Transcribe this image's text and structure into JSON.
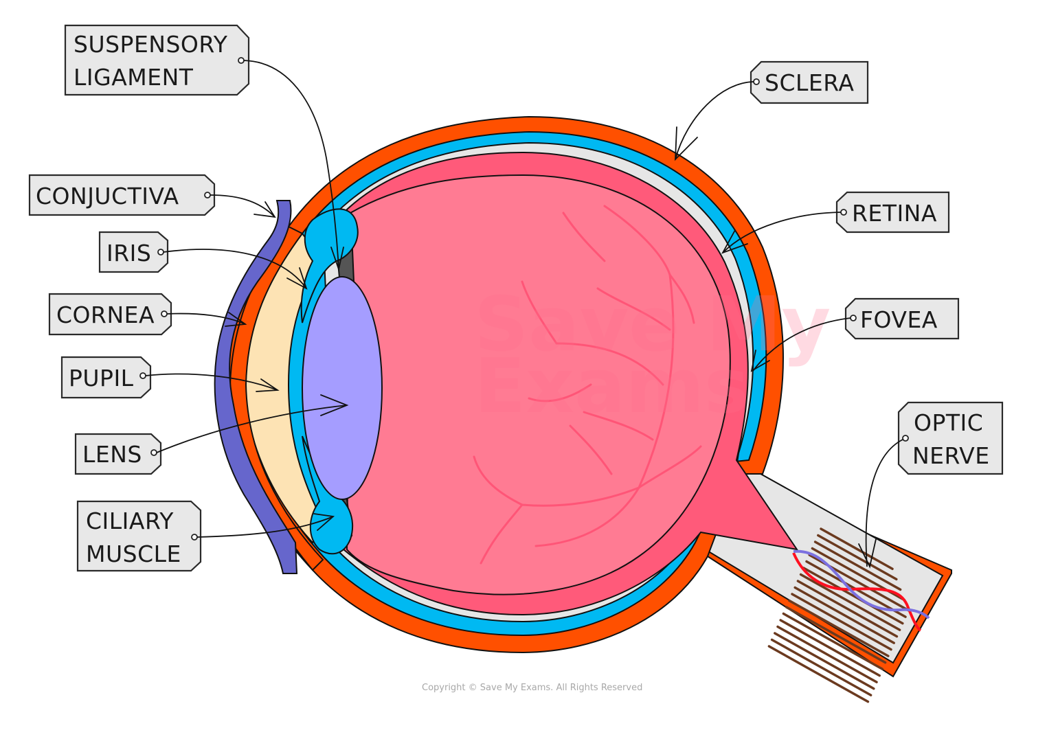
{
  "title": "Structure of the human eye",
  "labels": {
    "suspensory_ligament": [
      "SUSPENSORY",
      "LIGAMENT"
    ],
    "conjunctiva": "CONJUCTIVA",
    "iris": "IRIS",
    "cornea": "CORNEA",
    "pupil": "PUPIL",
    "lens": "LENS",
    "ciliary_muscle": [
      "CILIARY",
      "MUSCLE"
    ],
    "sclera": "SCLERA",
    "retina": "RETINA",
    "fovea": "FOVEA",
    "optic_nerve": [
      "OPTIC",
      "NERVE"
    ]
  },
  "watermark": [
    "Save My",
    "Exams"
  ],
  "copyright": "Copyright © Save My Exams. All Rights Reserved",
  "colors": {
    "sclera": "#ff5000",
    "choroid": "#00b9f2",
    "retina_gap": "#e6e6e6",
    "retina": "#ff5a7a",
    "vitreous": "#ff7b93",
    "blood_vessels": "#ff5577",
    "lens": "#a59dff",
    "aqueous": "#fde3b4",
    "conjunctiva": "#6666cc",
    "ciliary": "#00b9f2",
    "nerve_fibres": "#6b3a1f",
    "artery": "#ff1020",
    "vein": "#7b70e0",
    "tag_fill": "#e8e8e8"
  }
}
